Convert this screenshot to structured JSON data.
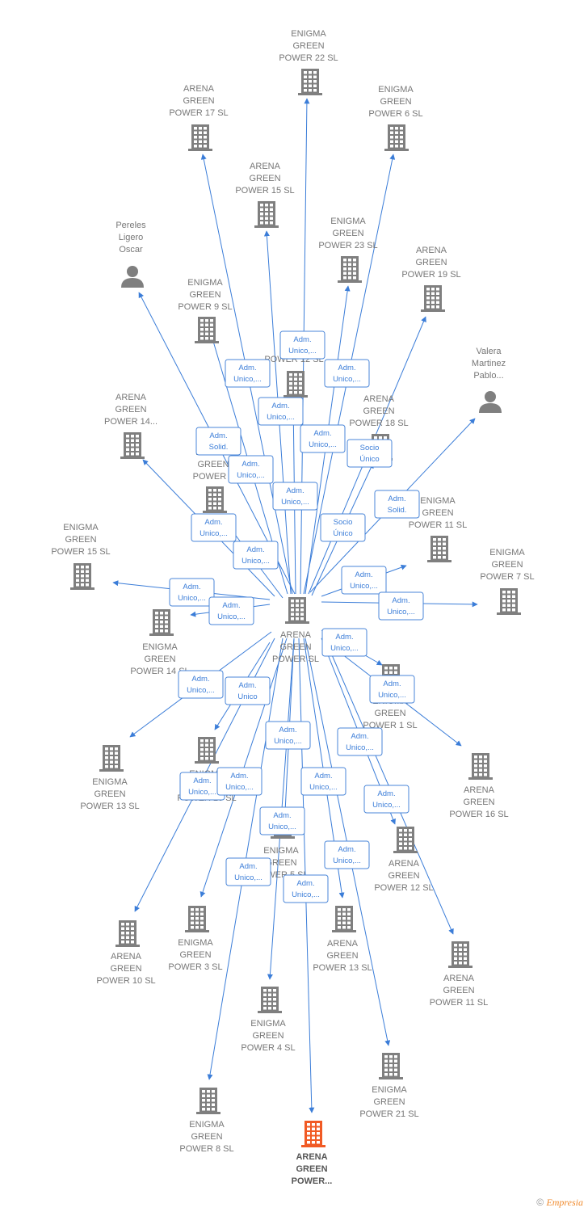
{
  "colors": {
    "edge": "#3b7dd8",
    "building": "#7f7f7f",
    "building_highlight": "#f15a24",
    "person": "#7f7f7f"
  },
  "center_node": {
    "id": "center",
    "label": [
      "ARENA",
      "GREEN",
      "POWER  SL"
    ]
  },
  "nodes": [
    {
      "id": "eg22",
      "type": "company",
      "label": [
        "ENIGMA",
        "GREEN",
        "POWER 22  SL"
      ]
    },
    {
      "id": "ag17",
      "type": "company",
      "label": [
        "ARENA",
        "GREEN",
        "POWER 17  SL"
      ]
    },
    {
      "id": "eg6",
      "type": "company",
      "label": [
        "ENIGMA",
        "GREEN",
        "POWER 6  SL"
      ]
    },
    {
      "id": "ag15",
      "type": "company",
      "label": [
        "ARENA",
        "GREEN",
        "POWER 15  SL"
      ]
    },
    {
      "id": "eg23",
      "type": "company",
      "label": [
        "ENIGMA",
        "GREEN",
        "POWER 23  SL"
      ]
    },
    {
      "id": "ag19",
      "type": "company",
      "label": [
        "ARENA",
        "GREEN",
        "POWER 19  SL"
      ]
    },
    {
      "id": "pereles",
      "type": "person",
      "label": [
        "Pereles",
        "Ligero",
        "Oscar"
      ]
    },
    {
      "id": "eg9",
      "type": "company",
      "label": [
        "ENIGMA",
        "GREEN",
        "POWER 9  SL"
      ]
    },
    {
      "id": "eg12",
      "type": "company",
      "label": [
        "E",
        "G",
        "POWER 12  SL"
      ]
    },
    {
      "id": "valera",
      "type": "person",
      "label": [
        "Valera",
        "Martinez",
        "Pablo..."
      ]
    },
    {
      "id": "ag14",
      "type": "company",
      "label": [
        "ARENA",
        "GREEN",
        "POWER 14..."
      ]
    },
    {
      "id": "ag18",
      "type": "company",
      "label": [
        "ARENA",
        "GREEN",
        "POWER 18  SL"
      ]
    },
    {
      "id": "eg2",
      "type": "company",
      "label": [
        "ENIGMA",
        "GREEN",
        "POWER 2"
      ]
    },
    {
      "id": "eg11",
      "type": "company",
      "label": [
        "ENIGMA",
        "GREEN",
        "POWER 11  SL"
      ]
    },
    {
      "id": "eg15",
      "type": "company",
      "label": [
        "ENIGMA",
        "GREEN",
        "POWER 15  SL"
      ]
    },
    {
      "id": "eg7",
      "type": "company",
      "label": [
        "ENIGMA",
        "GREEN",
        "POWER 7  SL"
      ]
    },
    {
      "id": "eg14",
      "type": "company",
      "label": [
        "ENIGMA",
        "GREEN",
        "POWER 14  SL"
      ]
    },
    {
      "id": "eg1",
      "type": "company",
      "label": [
        "ENIGMA",
        "GREEN",
        "POWER 1  SL"
      ]
    },
    {
      "id": "eg13",
      "type": "company",
      "label": [
        "ENIGMA",
        "GREEN",
        "POWER 13  SL"
      ]
    },
    {
      "id": "ag16",
      "type": "company",
      "label": [
        "ARENA",
        "GREEN",
        "POWER 16  SL"
      ]
    },
    {
      "id": "eg10",
      "type": "company",
      "label": [
        "ENIGMA",
        "GREEN",
        "POWER 10  SL"
      ]
    },
    {
      "id": "eg5",
      "type": "company",
      "label": [
        "ENIGMA",
        "GREEN",
        "POWER 5  SL"
      ]
    },
    {
      "id": "ag12",
      "type": "company",
      "label": [
        "ARENA",
        "GREEN",
        "POWER 12  SL"
      ]
    },
    {
      "id": "ag10",
      "type": "company",
      "label": [
        "ARENA",
        "GREEN",
        "POWER 10  SL"
      ]
    },
    {
      "id": "eg3",
      "type": "company",
      "label": [
        "ENIGMA",
        "GREEN",
        "POWER 3  SL"
      ]
    },
    {
      "id": "ag13",
      "type": "company",
      "label": [
        "ARENA",
        "GREEN",
        "POWER 13  SL"
      ]
    },
    {
      "id": "ag11",
      "type": "company",
      "label": [
        "ARENA",
        "GREEN",
        "POWER 11  SL"
      ]
    },
    {
      "id": "eg4",
      "type": "company",
      "label": [
        "ENIGMA",
        "GREEN",
        "POWER 4  SL"
      ]
    },
    {
      "id": "eg21",
      "type": "company",
      "label": [
        "ENIGMA",
        "GREEN",
        "POWER 21  SL"
      ]
    },
    {
      "id": "eg8",
      "type": "company",
      "label": [
        "ENIGMA",
        "GREEN",
        "POWER 8  SL"
      ]
    },
    {
      "id": "agp",
      "type": "company",
      "highlight": true,
      "label": [
        "ARENA",
        "GREEN",
        "POWER..."
      ]
    }
  ],
  "edge_labels": [
    [
      "Adm.",
      "Unico,..."
    ],
    [
      "Adm.",
      "Unico,..."
    ],
    [
      "Adm.",
      "Unico,..."
    ],
    [
      "Adm.",
      "Unico,..."
    ],
    [
      "Adm.",
      "Unico,..."
    ],
    [
      "Adm.",
      "Solid."
    ],
    [
      "Adm.",
      "Unico,..."
    ],
    [
      "Socio",
      "Único"
    ],
    [
      "Adm.",
      "Unico,..."
    ],
    [
      "Adm.",
      "Unico,..."
    ],
    [
      "Adm.",
      "Solid."
    ],
    [
      "Socio",
      "Único"
    ],
    [
      "Adm.",
      "Unico,..."
    ],
    [
      "Adm.",
      "Unico,..."
    ],
    [
      "Adm.",
      "Unico,..."
    ],
    [
      "Adm.",
      "Unico,..."
    ],
    [
      "Adm.",
      "Unico,..."
    ],
    [
      "Adm.",
      "Unico,..."
    ],
    [
      "Adm.",
      "Unico,..."
    ],
    [
      "Adm.",
      "Unico,..."
    ],
    [
      "Adm.",
      "Unico"
    ],
    [
      "Adm.",
      "Unico,..."
    ],
    [
      "Adm.",
      "Unico,..."
    ],
    [
      "Adm.",
      "Unico,..."
    ],
    [
      "Adm.",
      "Unico,..."
    ],
    [
      "Adm.",
      "Unico,..."
    ],
    [
      "Adm.",
      "Unico,..."
    ],
    [
      "Adm.",
      "Unico,..."
    ],
    [
      "Adm.",
      "Unico,..."
    ],
    [
      "Adm.",
      "Unico,..."
    ],
    [
      "Adm.",
      "Unico,..."
    ]
  ],
  "footer": {
    "copyright": "©",
    "brand": "Empresia"
  }
}
